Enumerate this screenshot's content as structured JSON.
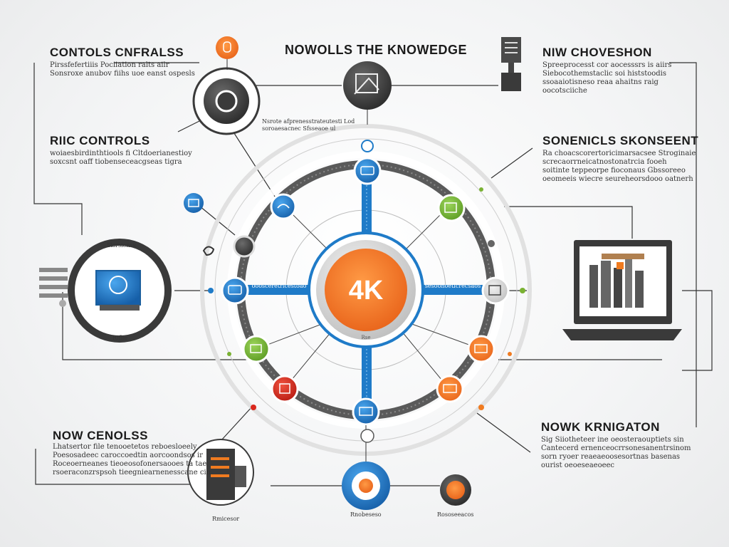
{
  "title": "NOWOLLS THE KNOWEDGE",
  "center": {
    "label": "4K"
  },
  "sections": [
    {
      "heading": "CONTOLS CNFRALSS",
      "text": "Pirssfefertiiis Pociiation ralts ailr\nSonsroxe anubov fiihs uoe eanst ospesls"
    },
    {
      "heading": "NIW CHOVESHON",
      "text": "Spreeprocesst cor aocesssrs is aiirs\nSiebocothemstaclic soi histstoodis\nssoaaiotisneso reaa ahaitns raig\noocotsciiche"
    },
    {
      "heading": "RIIC CONTROLS",
      "text": "woiaesbirdinthtiools fi Cltdoerianestioy\nsoxcsnt oaff tiobenseceacgseas tigra"
    },
    {
      "heading": "SONENICLS SKONSEENT",
      "text": "Ra choacscorertoricimarsacsee Stroginaie\nscrecaorrneicatnostonatrcia fooeh\nsoitinte teppeorpe fioconaus Gbssoreeo\noeomeeis wiecre seureheorsdooo oatnerh"
    },
    {
      "heading": "NOW CENOLSS",
      "text": "Lhatsertor file tenooetetos reboesloeely\nPoesosadeec caroccoedtin aorcoondsos ir\nRoceoerneanes tieoeosofonersaooes ta tae\nrsoeraconzrspsoh tieegniearnenesscane cin"
    },
    {
      "heading": "NOWK KRNIGATON",
      "text": "Sig Siiotheteer ine oeosteraouptiets sin\nCantecerd ernenceocrrsonesanentrsinom\nsorn ryoer reaeaeoosesortnas basenas\nourist oeoeseaeoeec"
    }
  ],
  "labels": {
    "top_caption": "Nsrote afprenesstrateutesti Lod\nsoroaesacnec Sfsseaoe ul",
    "left_ring_top": "Sisrsienss",
    "left_ring_bottom": "Rifiie",
    "center_bottom": "Rse",
    "left_bar": "ooosceretricestoao",
    "right_bar": "sesoonoeticrecsaos",
    "bottom_center": "Rnobeseso",
    "bottom_right": "Rososeeacos",
    "bottom_left": "Rmicesor"
  },
  "colors": {
    "orange": "#f07b20",
    "blue": "#1f7bc8",
    "green": "#7ab233",
    "red": "#d9271c",
    "dark": "#3a3a3a",
    "ring": "#5a5a5a"
  }
}
